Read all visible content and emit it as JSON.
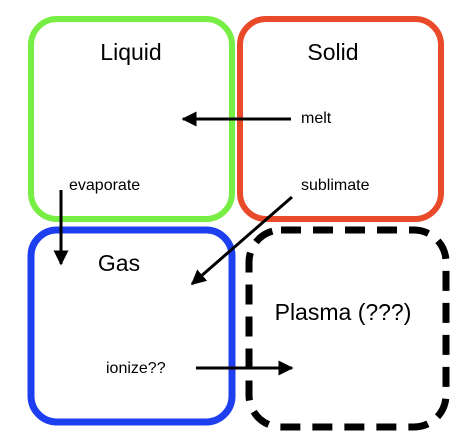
{
  "states": {
    "liquid": {
      "label": "Liquid",
      "color": "#77ee44"
    },
    "solid": {
      "label": "Solid",
      "color": "#e84a2a"
    },
    "gas": {
      "label": "Gas",
      "color": "#1d3ff0"
    },
    "plasma": {
      "label": "Plasma (???)",
      "color": "#000000",
      "border_style": "dashed"
    }
  },
  "transitions": {
    "melt": {
      "label": "melt",
      "from": "solid",
      "to": "liquid"
    },
    "evaporate": {
      "label": "evaporate",
      "from": "liquid",
      "to": "gas"
    },
    "sublimate": {
      "label": "sublimate",
      "from": "solid",
      "to": "gas"
    },
    "ionize": {
      "label": "ionize??",
      "from": "gas",
      "to": "plasma"
    }
  },
  "arrow_color": "#000000"
}
